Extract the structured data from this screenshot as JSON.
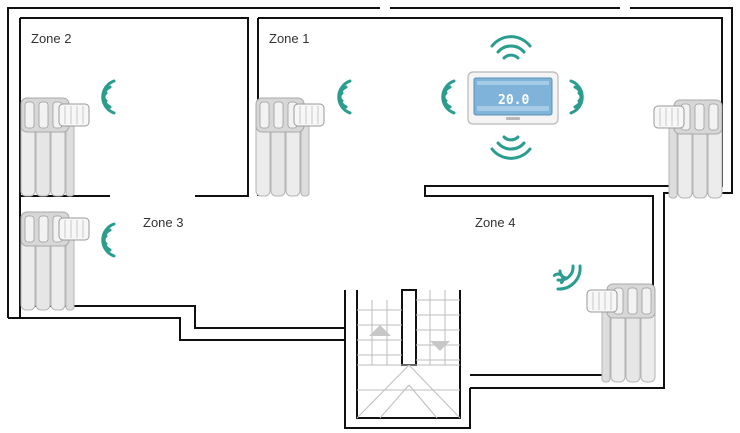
{
  "zones": [
    {
      "id": "zone-1",
      "label": "Zone 1"
    },
    {
      "id": "zone-2",
      "label": "Zone 2"
    },
    {
      "id": "zone-3",
      "label": "Zone 3"
    },
    {
      "id": "zone-4",
      "label": "Zone 4"
    }
  ],
  "thermostat": {
    "display": "20.0"
  },
  "colors": {
    "wall": "#111111",
    "signal": "#2a9d8f",
    "radiator": "#e6e6e6",
    "radiator_shade": "#b9b9b9",
    "thermostat_screen": "#7fb3d9",
    "stair_line": "#bbbbbb",
    "stair_arrow": "#c7c7c7"
  },
  "icons": {
    "radiator": "radiator-valve-icon",
    "signal": "wifi-signal-icon",
    "thermostat": "thermostat-icon",
    "stairs": "staircase-icon"
  }
}
